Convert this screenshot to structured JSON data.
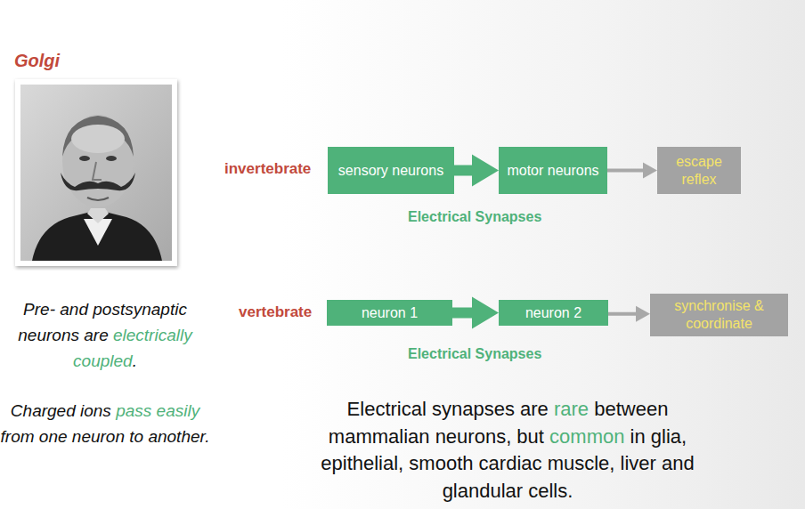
{
  "diagram": {
    "nodes": [
      {
        "text": [
          "sensory neurons"
        ]
      },
      {
        "text": [
          "motor neurons"
        ]
      },
      {
        "text": [
          "escape reflex"
        ]
      },
      {
        "text": [
          "neuron 1"
        ]
      },
      {
        "text": [
          "neuron 2"
        ]
      },
      {
        "text": [
          "synchronise & coordinate"
        ]
      }
    ],
    "edges": [
      {
        "from": 0,
        "to": 1,
        "arrow": "to"
      },
      {
        "from": 1,
        "to": 2,
        "arrow": "to"
      },
      {
        "from": 3,
        "to": 4,
        "arrow": "to"
      },
      {
        "from": 4,
        "to": 5,
        "arrow": "to"
      }
    ],
    "labels": [
      "Golgi",
      "invertebrate",
      "Electrical Synapses",
      "vertebrate",
      "Electrical Synapses",
      "Pre- and postsynaptic neurons are",
      "electrically coupled",
      ".",
      "Charged ions",
      "pass easily",
      "from one neuron to another.",
      "Electrical synapses are",
      "rare",
      "between mammalian neurons, but",
      "common",
      "in glia, epithelial, smooth cardiac muscle, liver and glandular cells."
    ]
  }
}
